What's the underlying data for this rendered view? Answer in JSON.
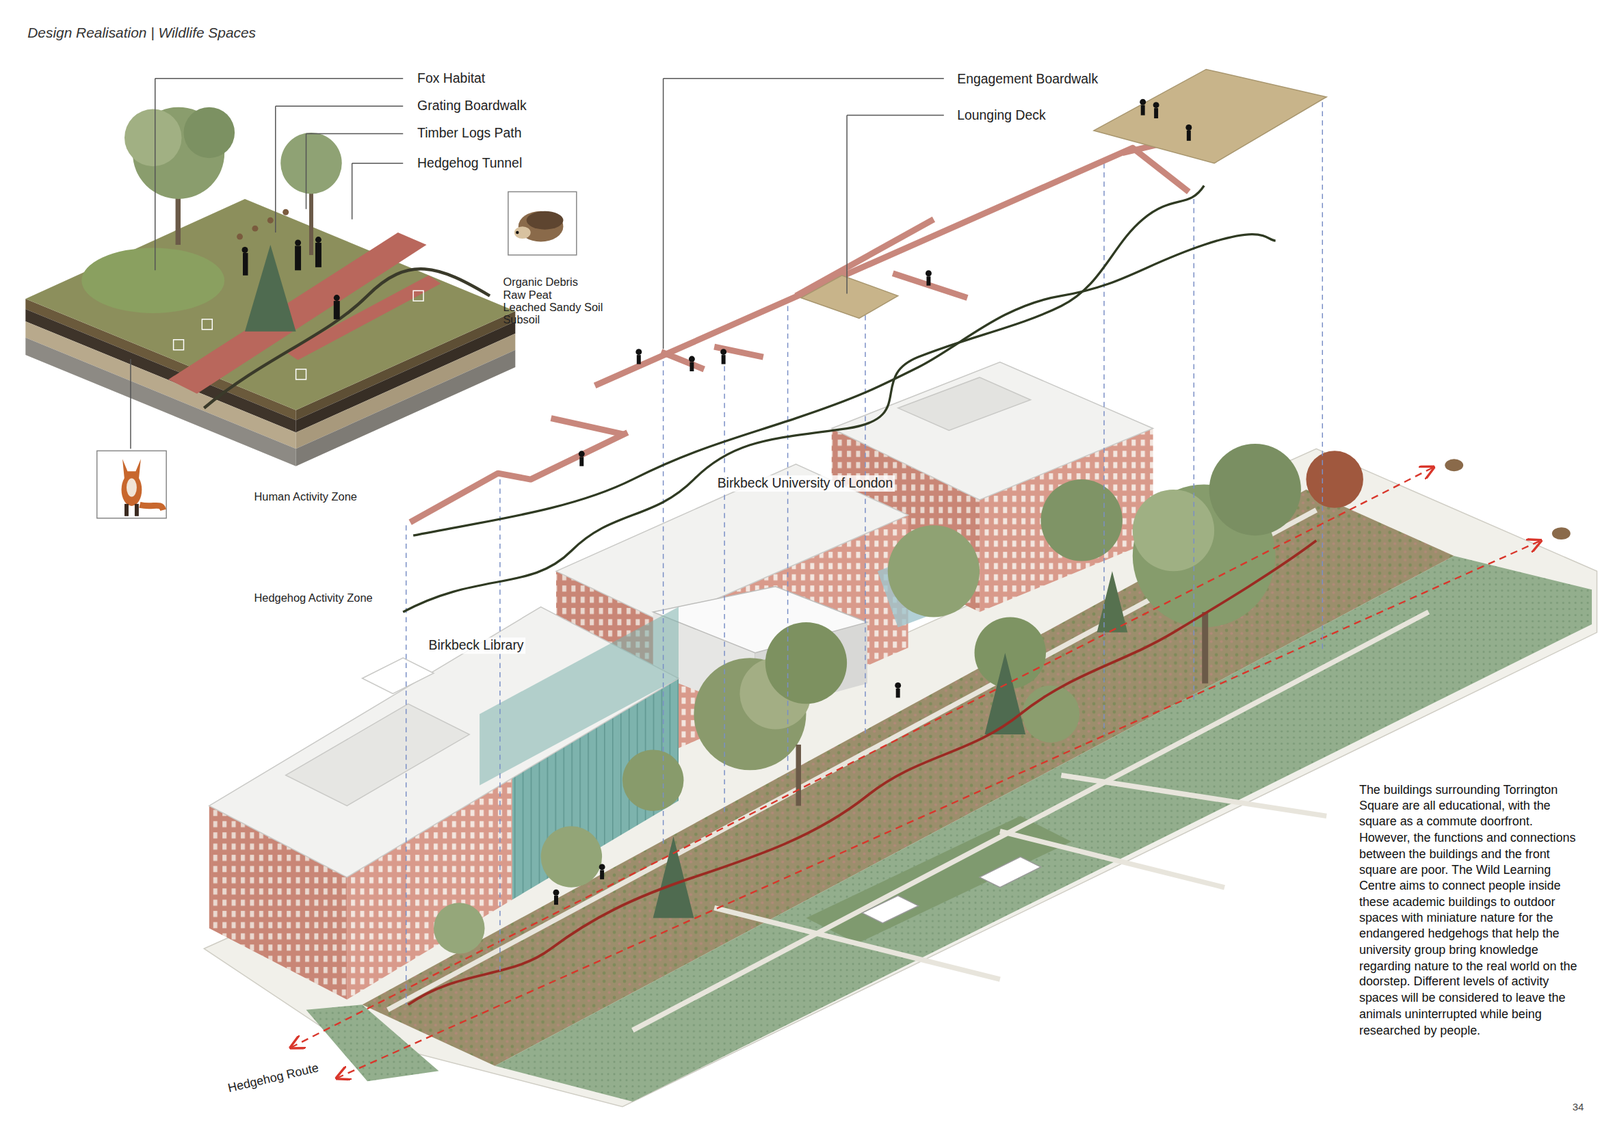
{
  "diagram": {
    "title": "Design Realisation | Wildlife Spaces",
    "labels": [
      "Fox Habitat",
      "Grating Boardwalk",
      "Timber Logs Path",
      "Hedgehog Tunnel",
      "Organic Debris",
      "Raw Peat",
      "Leached Sandy Soil",
      "Subsoil",
      "Engagement Boardwalk",
      "Lounging Deck",
      "Human Activity Zone",
      "Hedgehog Activity Zone",
      "Birkbeck University of London",
      "Birkbeck Library",
      "Hedgehog Route",
      "The buildings surrounding Torrington Square are all educational, with the square as a commute doorfront. However, the functions and connections between the buildings and the front square are poor. The Wild Learning Centre aims to connect people inside these academic buildings to outdoor spaces with miniature nature for the endangered hedgehogs that help the university group bring knowledge regarding nature to the real world on the doorstep. Different levels of activity spaces will be considered to leave the animals uninterrupted while being researched by people.",
      "34"
    ]
  }
}
